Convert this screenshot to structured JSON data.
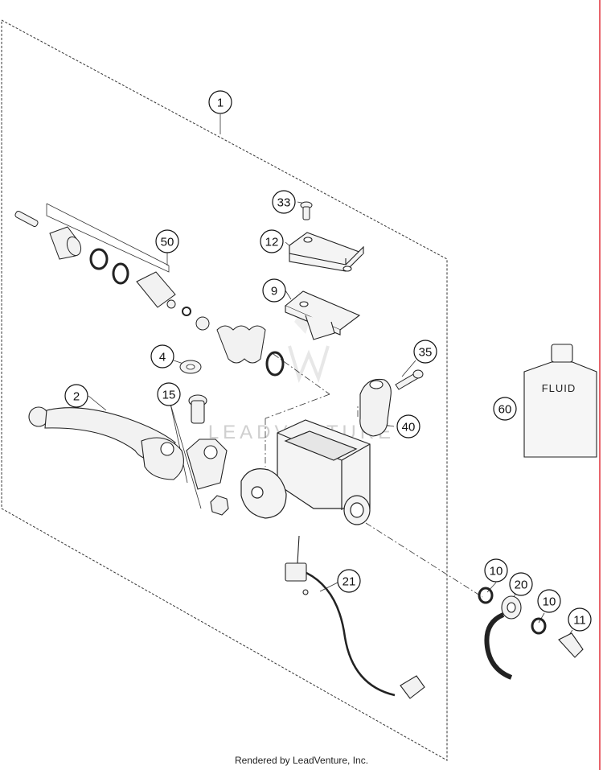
{
  "callouts": {
    "c1": "1",
    "c2": "2",
    "c4": "4",
    "c9": "9",
    "c10a": "10",
    "c10b": "10",
    "c11": "11",
    "c12": "12",
    "c15": "15",
    "c20": "20",
    "c21": "21",
    "c33": "33",
    "c35": "35",
    "c40": "40",
    "c50": "50",
    "c60": "60"
  },
  "fluid_label": "FLUID",
  "watermark": "LEADVENTURE",
  "footer": "Rendered by LeadVenture, Inc.",
  "colors": {
    "line": "#222222",
    "accent_border": "#e0303a",
    "watermark": "#d0d0d0",
    "part_fill": "#f0f0f0"
  }
}
